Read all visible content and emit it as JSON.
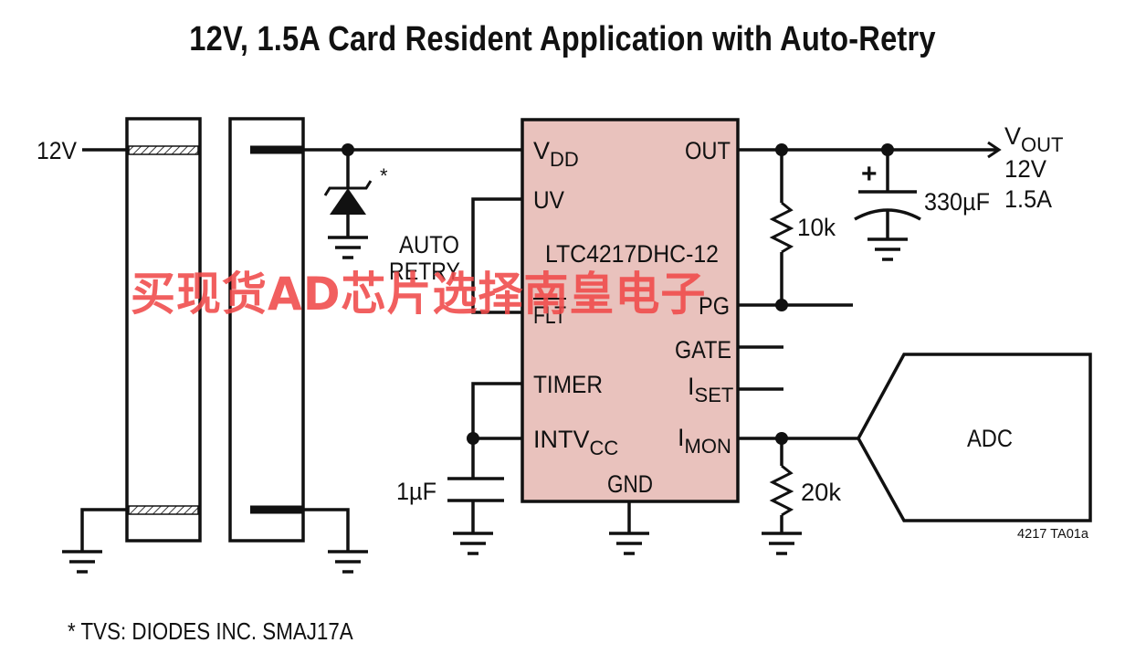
{
  "title": "12V, 1.5A Card Resident Application with Auto-Retry",
  "colors": {
    "ic_fill": "#e9c2bd",
    "watermark": "#f04a4a",
    "line": "#111111"
  },
  "labels": {
    "vin": "12V",
    "tvs_mark": "*",
    "auto": "AUTO",
    "retry": "RETRY",
    "cap_in": "1µF",
    "vout_v": "V",
    "vout_sub": "OUT",
    "vout_voltage": "12V",
    "vout_current": "1.5A",
    "cap_out": "330µF",
    "cap_out_plus": "+",
    "r_pg": "10k",
    "r_imon": "20k",
    "adc": "ADC",
    "fig_code": "4217 TA01a"
  },
  "ic": {
    "name": "LTC4217DHC-12",
    "pins": {
      "vdd": "V",
      "vdd_sub": "DD",
      "uv": "UV",
      "flt": "FLT",
      "timer": "TIMER",
      "intvcc": "INTV",
      "intvcc_sub": "CC",
      "gnd": "GND",
      "out": "OUT",
      "pg": "PG",
      "gate": "GATE",
      "iset": "I",
      "iset_sub": "SET",
      "imon": "I",
      "imon_sub": "MON"
    }
  },
  "footnote": "* TVS: DIODES INC. SMAJ17A",
  "watermark": "买现货AD芯片选择南皇电子"
}
